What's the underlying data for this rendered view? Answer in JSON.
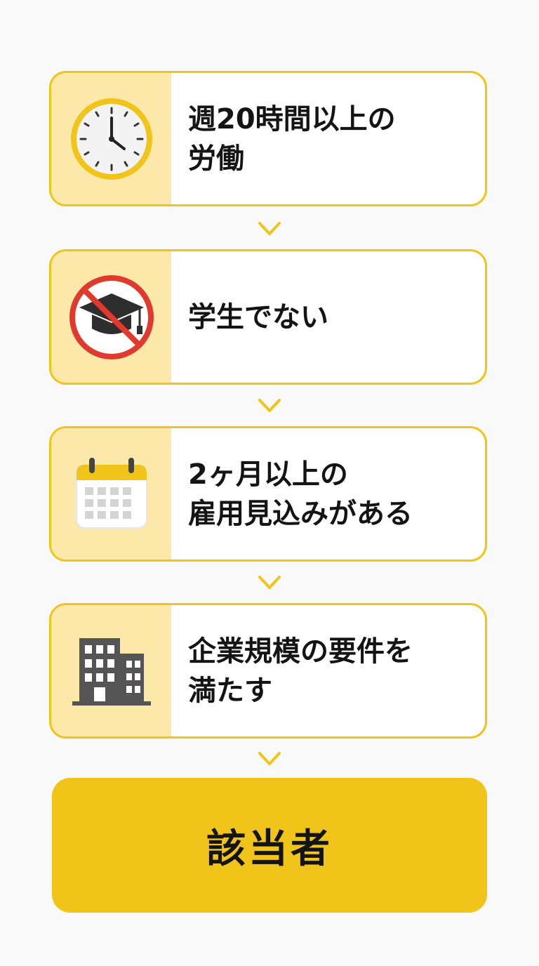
{
  "steps": [
    {
      "icon": "clock-icon",
      "label": "週20時間以上の\n労働"
    },
    {
      "icon": "no-student-icon",
      "label": "学生でない"
    },
    {
      "icon": "calendar-icon",
      "label": "2ヶ月以上の\n雇用見込みがある"
    },
    {
      "icon": "building-icon",
      "label": "企業規模の要件を\n満たす"
    }
  ],
  "result": {
    "label": "該当者"
  },
  "colors": {
    "accent": "#f0c419",
    "icon_panel": "#fce9aa",
    "text": "#141414",
    "prohibited": "#e03a2f",
    "icon_dark": "#555555"
  }
}
